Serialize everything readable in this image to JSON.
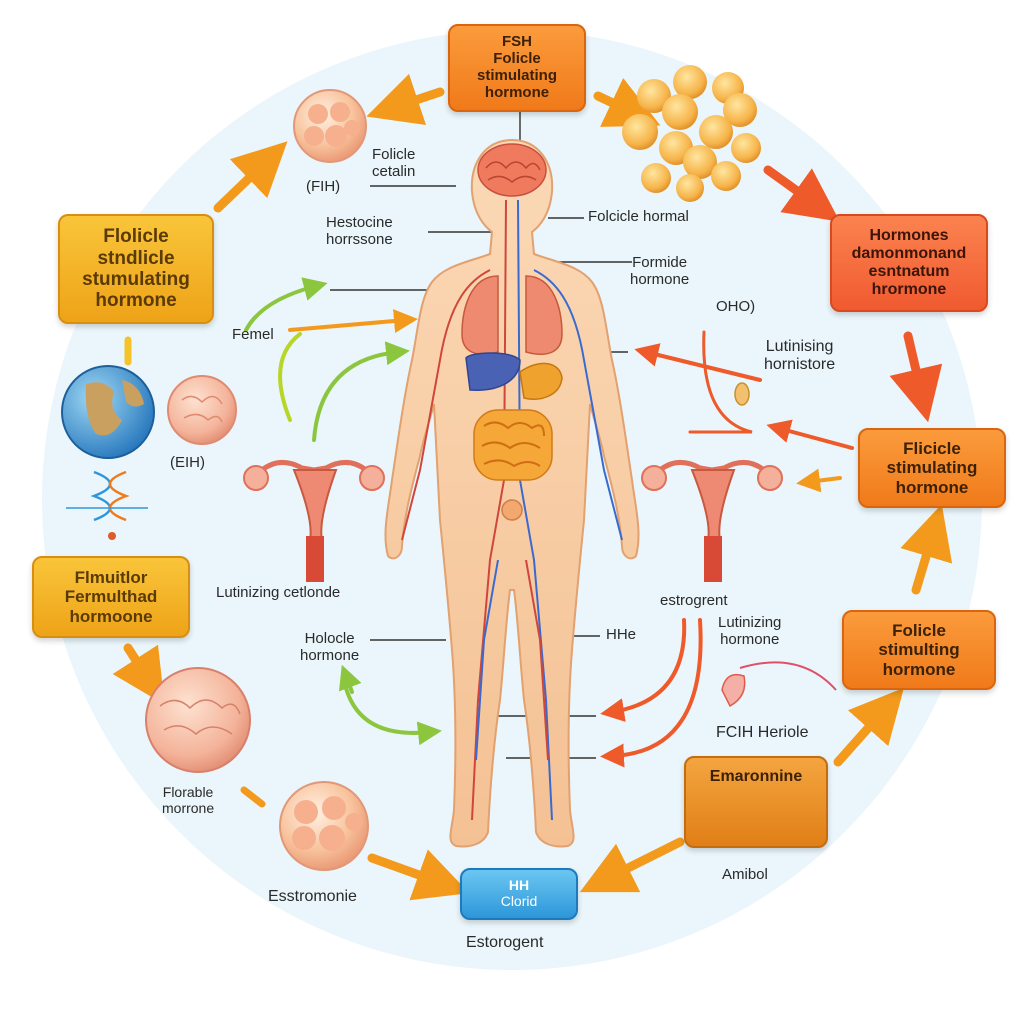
{
  "colors": {
    "yellow_box": "#f5b52a",
    "orange_box": "#f48a2a",
    "red_box": "#f2643a",
    "blue_box": "#3fa7e4",
    "arrow_orange": "#f39a1c",
    "arrow_red": "#ef5a2a",
    "arrow_green": "#8cc63f",
    "body_skin": "#f7cfa6",
    "background_circle": "#e9f5fa"
  },
  "boxes": {
    "top_fsh": [
      "FSH",
      "Folicle",
      "stimulating",
      "hormone"
    ],
    "left_top": [
      "Flolicle",
      "stndlicle",
      "stumulating",
      "hormone"
    ],
    "left_bottom": [
      "Flmuitlor",
      "Fermulthad",
      "hormoone"
    ],
    "right_top": [
      "Hormones",
      "damonmonand",
      "esntnatum",
      "hrormone"
    ],
    "right_middle": [
      "Flicicle",
      "stimulating",
      "hormone"
    ],
    "right_lower": [
      "Folicle",
      "stimulting",
      "hormone"
    ],
    "bottom_right": "Emaronnine",
    "bottom_center": [
      "HH",
      "Clorid"
    ]
  },
  "labels": {
    "folicle_cetain": [
      "Folicle",
      "cetalin"
    ],
    "fih_top": "(FIH)",
    "hestocine": [
      "Hestocine",
      "horrssone"
    ],
    "folcicle_hormal": "Folcicle hormal",
    "formide": [
      "Formide",
      "hormone"
    ],
    "ohio": "OHO)",
    "femel": "Femel",
    "lutinising": [
      "Lutinising",
      "hornistore"
    ],
    "eih": "(EIH)",
    "lutinizing_cetlonde": "Lutinizing cetlonde",
    "holocle": [
      "Holocle",
      "hormone"
    ],
    "hhe": "HHe",
    "estrogrent": "estrogrent",
    "lutinizing_hormone": [
      "Lutinizing",
      "hormone"
    ],
    "fcih_heriole": "FCIH Heriole",
    "florable": [
      "Florable",
      "morrone"
    ],
    "amibol": "Amibol",
    "estromonie": "Esstromonie",
    "estorogent": "Estorogent"
  },
  "icons": [
    "brain-icon",
    "lungs-icon",
    "liver-icon",
    "intestines-icon",
    "uterus-icon",
    "follicle-cell-icon",
    "globe-icon",
    "dna-icon",
    "seed-icon"
  ]
}
